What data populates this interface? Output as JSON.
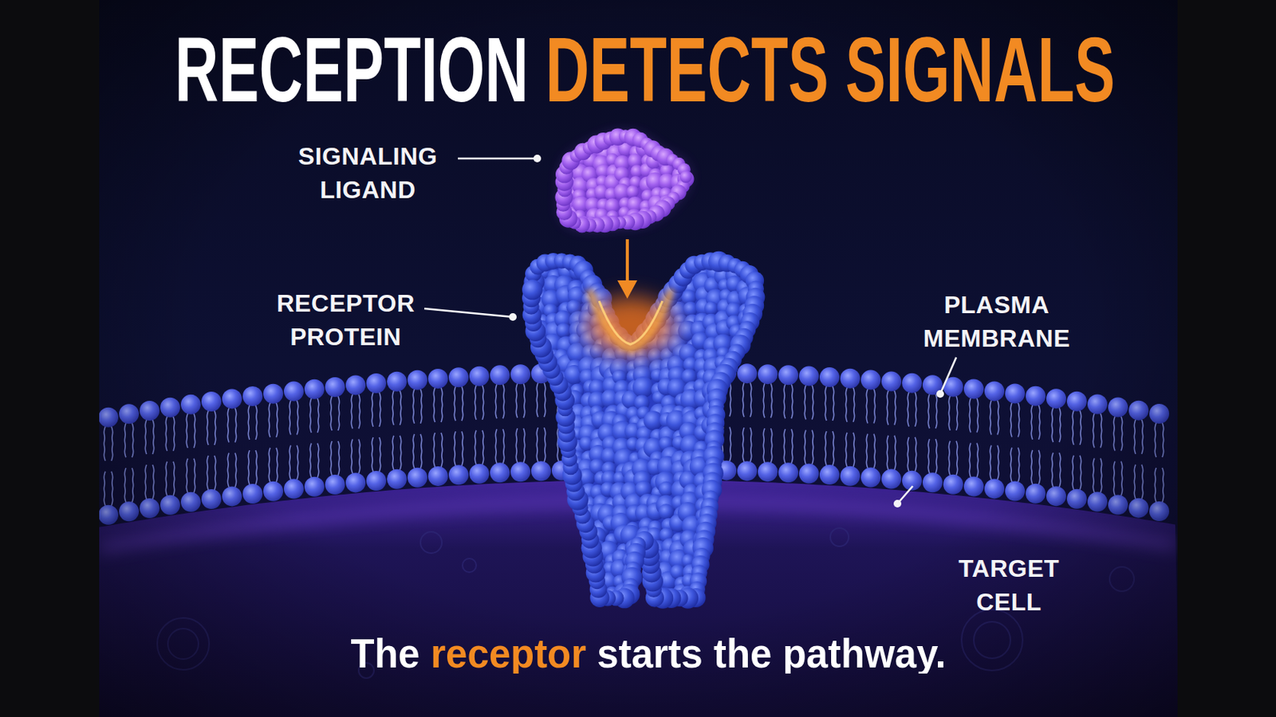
{
  "diagram": {
    "title": "RECEPTION DETECTS SIGNALS",
    "caption": "The receptor starts the pathway.",
    "labels": [
      "SIGNALING LIGAND",
      "RECEPTOR PROTEIN",
      "PLASMA MEMBRANE",
      "TARGET CELL"
    ]
  }
}
